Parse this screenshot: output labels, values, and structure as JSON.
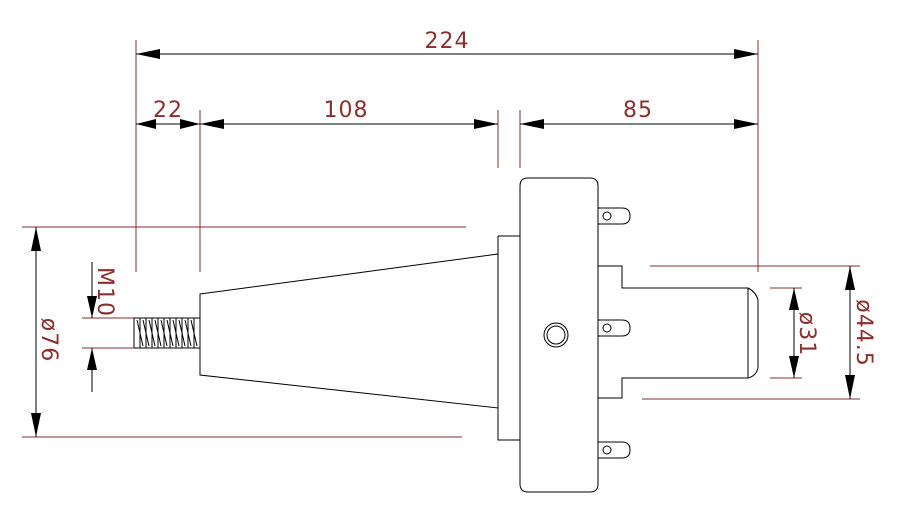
{
  "colors": {
    "outline": "#000000",
    "dimension_text": "#8a2f2f",
    "extension_lines": "#8a2f2f",
    "background": "#ffffff"
  },
  "dimensions": {
    "overall_length": "224",
    "thread_length": "22",
    "taper_length": "108",
    "shank_length": "85",
    "thread_size": "M10",
    "flange_diameter": "ø76",
    "shank_diameter": "ø44.5",
    "tip_diameter": "ø31"
  }
}
